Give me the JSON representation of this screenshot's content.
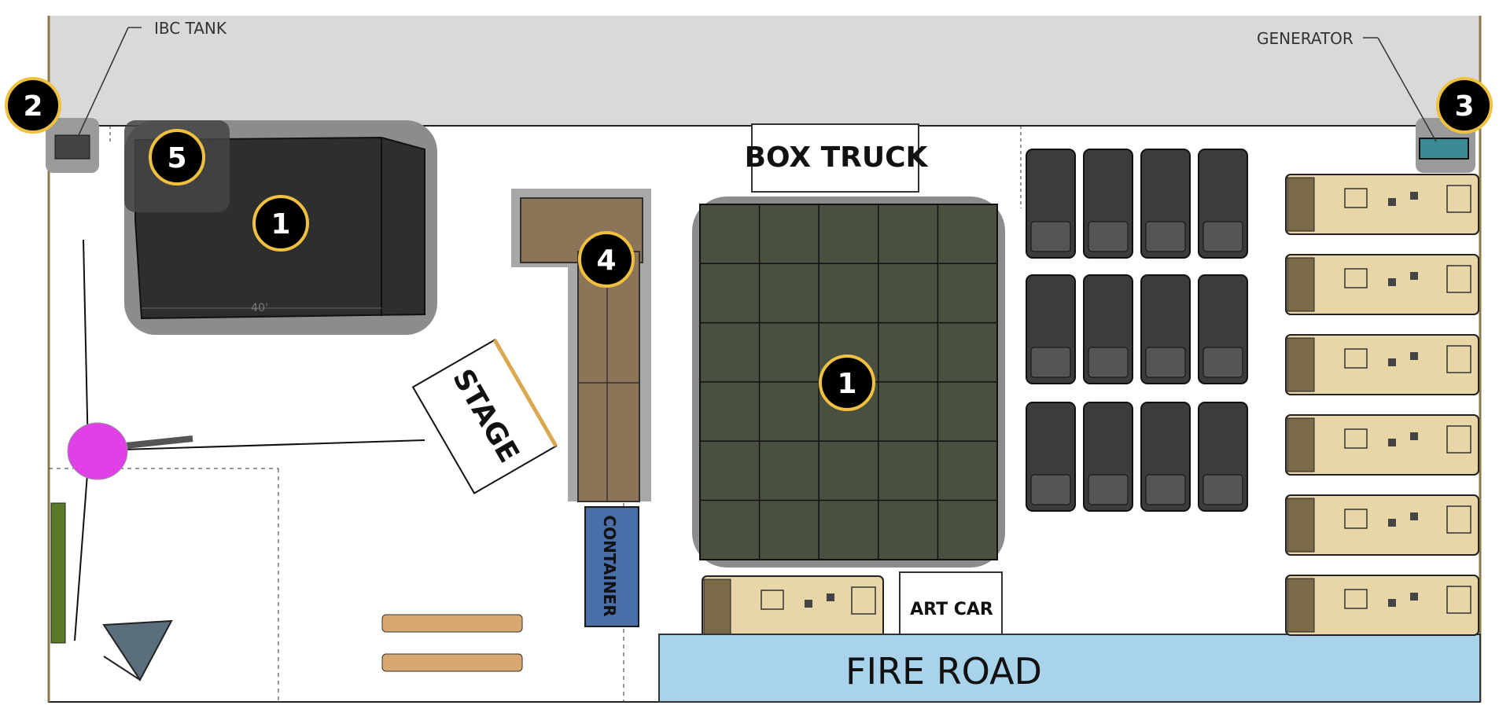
{
  "annotations": {
    "ibc_tank": "IBC TANK",
    "generator": "GENERATOR"
  },
  "labels": {
    "box_truck": "BOX TRUCK",
    "stage": "STAGE",
    "container": "CONTAINER",
    "art_car": "ART CAR",
    "fire_road": "FIRE ROAD",
    "dimension": "40'"
  },
  "markers": {
    "tent_large": "1",
    "tent_grid": "1",
    "ibc_tank": "2",
    "generator": "3",
    "shade_structure": "4",
    "small_zone": "5"
  },
  "colors": {
    "ground": "#ffffff",
    "road_strip": "#d9d9d9",
    "fire_road": "#a9d3ea",
    "tent_dark": "#3a3a3a",
    "grid_tent": "#4a5040",
    "shade_halo": "#8a8a8a",
    "rv_body": "#e8d5a8",
    "car_dark": "#3c3c3c",
    "container_blue": "#4a6fa8",
    "shade_brown": "#8b7458",
    "marker_fill": "#000000",
    "marker_ring": "#f0c040",
    "pole_magenta": "#e040e8"
  }
}
